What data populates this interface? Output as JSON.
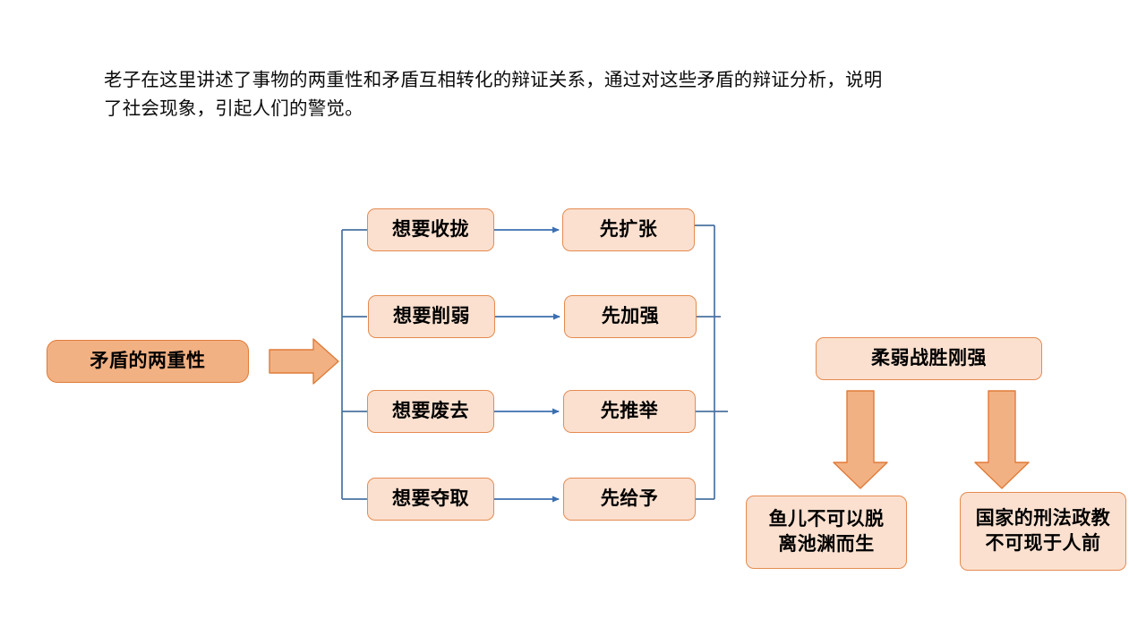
{
  "intro": {
    "line1": "老子在这里讲述了事物的两重性和矛盾互相转化的辩证关系，通过对这些矛盾的辩证分析，说明",
    "line2": "了社会现象，引起人们的警觉。"
  },
  "colors": {
    "node_fill": "#FBE0CF",
    "node_border": "#E58B50",
    "accent_fill": "#F2B183",
    "accent_border": "#E07B39",
    "connector": "#4A72A0",
    "text": "#000000",
    "background": "#FFFFFF"
  },
  "diagram": {
    "root": {
      "label": "矛盾的两重性"
    },
    "pairs": [
      {
        "cause": "想要收拢",
        "effect": "先扩张"
      },
      {
        "cause": "想要削弱",
        "effect": "先加强"
      },
      {
        "cause": "想要废去",
        "effect": "先推举"
      },
      {
        "cause": "想要夺取",
        "effect": "先给予"
      }
    ],
    "conclusion": {
      "label": "柔弱战胜刚强"
    },
    "outcomes": [
      {
        "line1": "鱼儿不可以脱",
        "line2": "离池渊而生"
      },
      {
        "line1": "国家的刑法政教",
        "line2": "不可现于人前"
      }
    ]
  },
  "icons": {
    "root_arrow": "right-block-arrow",
    "down_arrow": "down-block-arrow",
    "pair_arrow": "right-line-arrow",
    "bracket_left": "left-bracket-connector",
    "bracket_right": "right-bracket-connector"
  }
}
